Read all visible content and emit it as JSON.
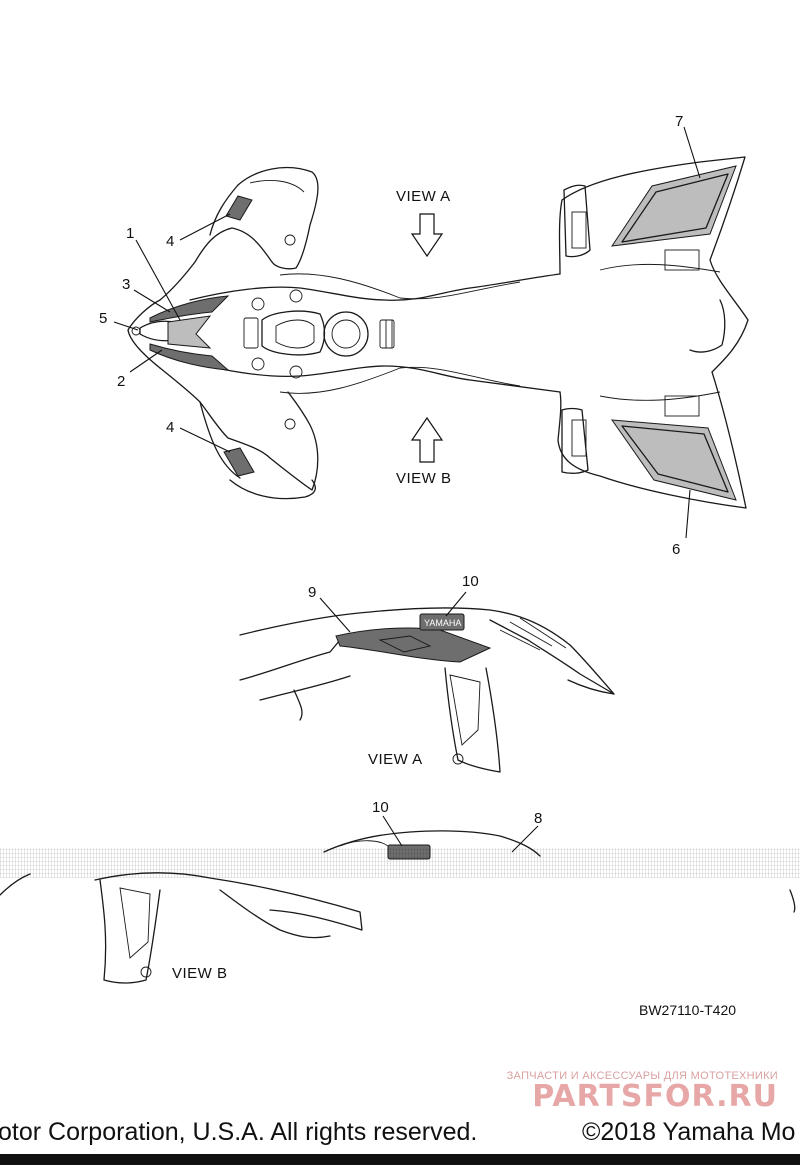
{
  "diagram": {
    "callouts": [
      "1",
      "2",
      "3",
      "4",
      "4",
      "5",
      "6",
      "7",
      "9",
      "10",
      "10",
      "8"
    ],
    "view_labels": {
      "arrow_a": "VIEW A",
      "arrow_b": "VIEW B",
      "detail_a": "VIEW A",
      "detail_b": "VIEW B"
    },
    "decal_text": "YAMAHA",
    "part_code": "BW27110-T420"
  },
  "watermark": {
    "subtitle": "ЗАПЧАСТИ И АКСЕССУАРЫ ДЛЯ МОТОТЕХНИКИ",
    "brand": "PARTSFOR.RU",
    "color": "#e7a7a7"
  },
  "footer": {
    "copyright_left": "otor Corporation, U.S.A. All rights reserved.",
    "copyright_right": "©2018 Yamaha Mo"
  }
}
